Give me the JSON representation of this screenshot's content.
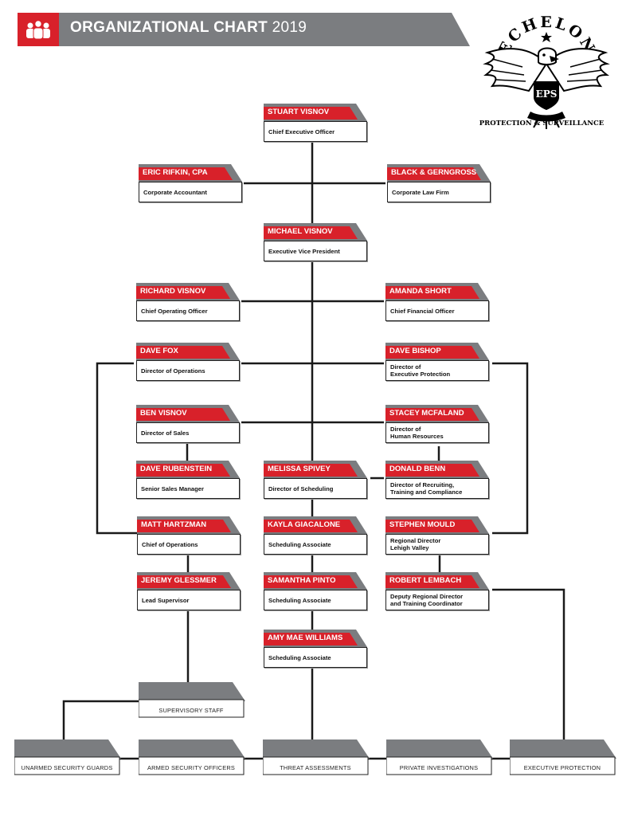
{
  "header": {
    "title": "ORGANIZATIONAL CHART",
    "year": "2019",
    "accent_color": "#d8212a",
    "bar_color": "#7b7d80",
    "icon": "people-group-icon"
  },
  "logo": {
    "wordmark": "ECHELON",
    "monogram": "EPS",
    "tagline": "PROTECTION & SURVEILLANCE",
    "icon": "eagle-emblem-icon"
  },
  "people": [
    {
      "id": "stuart",
      "name": "STUART VISNOV",
      "role": "Chief Executive Officer"
    },
    {
      "id": "eric",
      "name": "ERIC RIFKIN, CPA",
      "role": "Corporate Accountant"
    },
    {
      "id": "black",
      "name": "BLACK & GERNGROSS",
      "role": "Corporate Law Firm"
    },
    {
      "id": "michael",
      "name": "MICHAEL VISNOV",
      "role": "Executive Vice President"
    },
    {
      "id": "richard",
      "name": "RICHARD VISNOV",
      "role": "Chief Operating Officer"
    },
    {
      "id": "amanda",
      "name": "AMANDA SHORT",
      "role": "Chief Financial Officer"
    },
    {
      "id": "davefox",
      "name": "DAVE FOX",
      "role": "Director of Operations"
    },
    {
      "id": "davebishop",
      "name": "DAVE BISHOP",
      "role": "Director of\nExecutive Protection"
    },
    {
      "id": "ben",
      "name": "BEN VISNOV",
      "role": "Director of Sales"
    },
    {
      "id": "stacey",
      "name": "STACEY MCFALAND",
      "role": "Director of\nHuman Resources"
    },
    {
      "id": "daverub",
      "name": "DAVE RUBENSTEIN",
      "role": "Senior Sales Manager"
    },
    {
      "id": "melissa",
      "name": "MELISSA SPIVEY",
      "role": "Director of Scheduling"
    },
    {
      "id": "donald",
      "name": "DONALD BENN",
      "role": "Director of Recruiting,\nTraining and Compliance"
    },
    {
      "id": "matt",
      "name": "MATT HARTZMAN",
      "role": "Chief of Operations"
    },
    {
      "id": "kayla",
      "name": "KAYLA GIACALONE",
      "role": "Scheduling Associate"
    },
    {
      "id": "stephen",
      "name": "STEPHEN MOULD",
      "role": "Regional Director\nLehigh Valley"
    },
    {
      "id": "jeremy",
      "name": "JEREMY GLESSMER",
      "role": "Lead Supervisor"
    },
    {
      "id": "samantha",
      "name": "SAMANTHA PINTO",
      "role": "Scheduling Associate"
    },
    {
      "id": "robert",
      "name": "ROBERT LEMBACH",
      "role": "Deputy Regional Director\nand Training Coordinator"
    },
    {
      "id": "amy",
      "name": "AMY MAE WILLIAMS",
      "role": "Scheduling Associate"
    }
  ],
  "groups": [
    {
      "id": "supervisory",
      "label": "SUPERVISORY STAFF"
    },
    {
      "id": "unarmed",
      "label": "UNARMED SECURITY GUARDS"
    },
    {
      "id": "armed",
      "label": "ARMED SECURITY OFFICERS"
    },
    {
      "id": "threat",
      "label": "THREAT ASSESSMENTS"
    },
    {
      "id": "private",
      "label": "PRIVATE INVESTIGATIONS"
    },
    {
      "id": "exec",
      "label": "EXECUTIVE PROTECTION"
    }
  ]
}
